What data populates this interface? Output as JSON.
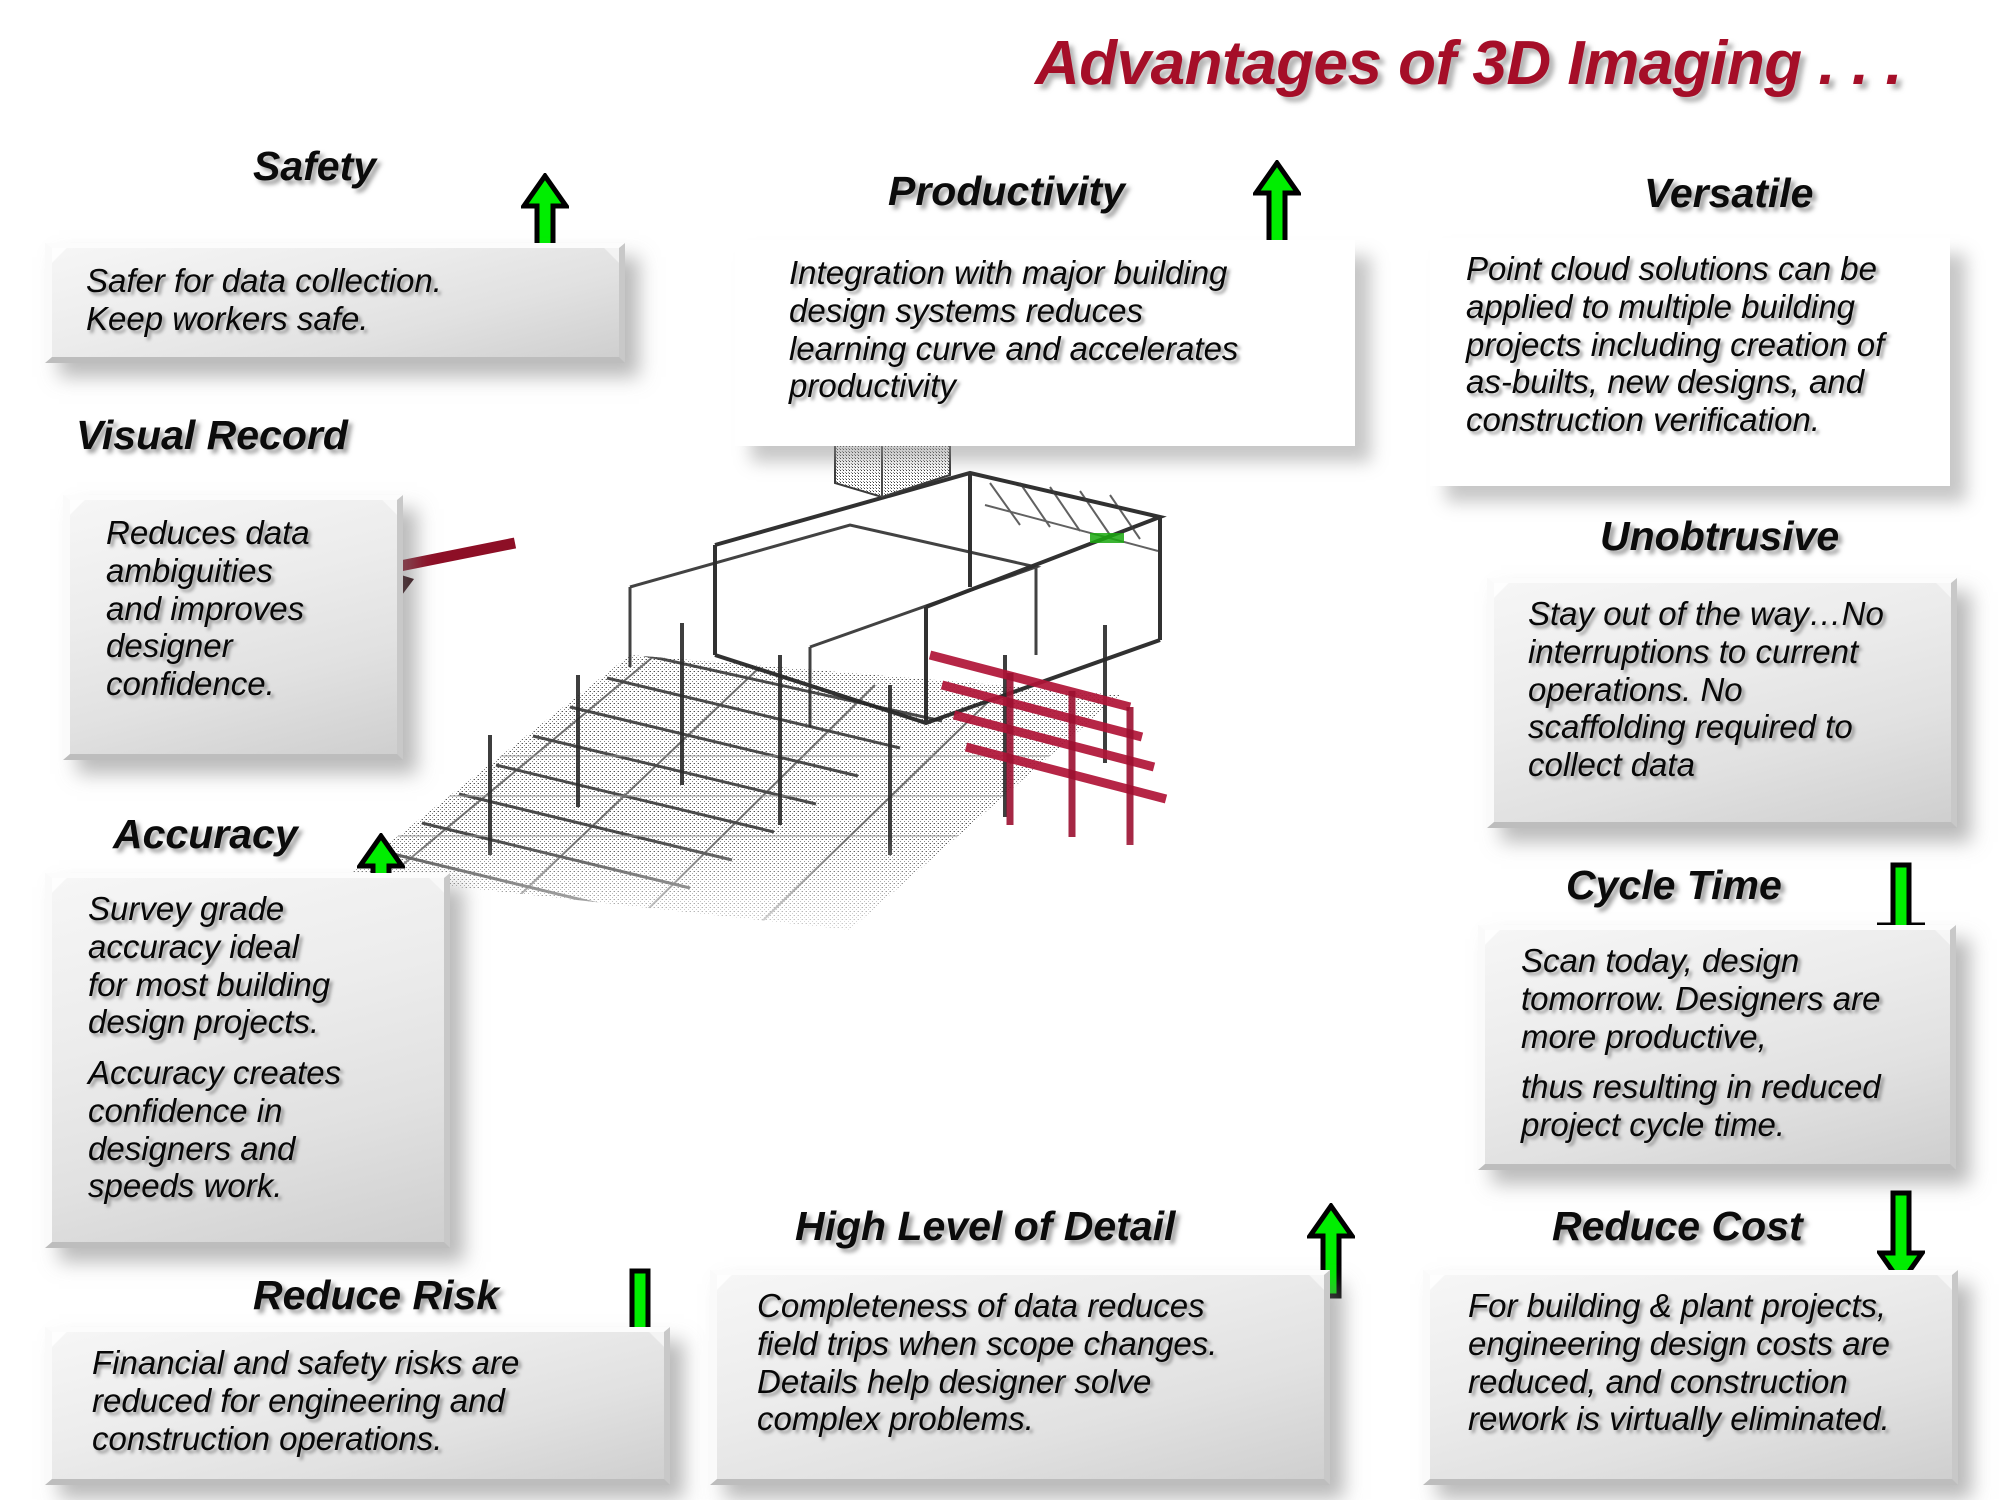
{
  "title": "Advantages of 3D Imaging . . .",
  "colors": {
    "title_red": "#A50E28",
    "arrow_green": "#00EE00",
    "arrow_outline": "#000000",
    "box_face": "#e8e8e8",
    "scan_dark": "#2b2b2b",
    "scan_crimson": "#B01437"
  },
  "panels": [
    {
      "id": "safety",
      "heading": "Safety",
      "arrow": "up",
      "lines": [
        "Safer for data collection.",
        "Keep workers safe."
      ]
    },
    {
      "id": "productivity",
      "heading": "Productivity",
      "arrow": "up",
      "lines": [
        "Integration with major building",
        "design systems reduces",
        "learning curve and accelerates",
        "productivity"
      ]
    },
    {
      "id": "versatile",
      "heading": "Versatile",
      "arrow": "none",
      "lines": [
        "Point cloud solutions can be",
        "applied to multiple building",
        "projects including creation of",
        "as-builts, new designs, and",
        "construction verification."
      ]
    },
    {
      "id": "visual-record",
      "heading": "Visual Record",
      "arrow": "none",
      "lines": [
        "Reduces data",
        "ambiguities",
        "and improves",
        "designer",
        "confidence."
      ]
    },
    {
      "id": "unobtrusive",
      "heading": "Unobtrusive",
      "arrow": "none",
      "lines": [
        "Stay out of the way…No",
        "interruptions to current",
        "operations. No",
        "scaffolding required to",
        "collect data"
      ]
    },
    {
      "id": "accuracy",
      "heading": "Accuracy",
      "arrow": "up",
      "lines": [
        "Survey grade",
        "accuracy ideal",
        "for most building",
        "design projects."
      ],
      "lines2": [
        "Accuracy creates",
        "confidence in",
        "designers and",
        "speeds work."
      ]
    },
    {
      "id": "cycle-time",
      "heading": "Cycle Time",
      "arrow": "down",
      "lines": [
        "Scan today, design",
        "tomorrow.  Designers are",
        "more productive,"
      ],
      "lines2": [
        "thus resulting in reduced",
        "project cycle time."
      ]
    },
    {
      "id": "reduce-risk",
      "heading": "Reduce Risk",
      "arrow": "down",
      "lines": [
        "Financial and safety risks are",
        "reduced for engineering and",
        "construction operations."
      ]
    },
    {
      "id": "high-level-of-detail",
      "heading": "High Level of Detail",
      "arrow": "up",
      "lines": [
        "Completeness of data reduces",
        "field trips when scope changes.",
        "Details help designer solve",
        "complex problems."
      ]
    },
    {
      "id": "reduce-cost",
      "heading": "Reduce Cost",
      "arrow": "down",
      "lines": [
        "For building & plant projects,",
        "engineering design costs are",
        "reduced, and construction",
        "rework is virtually eliminated."
      ]
    }
  ],
  "scan": {
    "caption": "3D laser scan point cloud of multi-story steel-framed building"
  }
}
